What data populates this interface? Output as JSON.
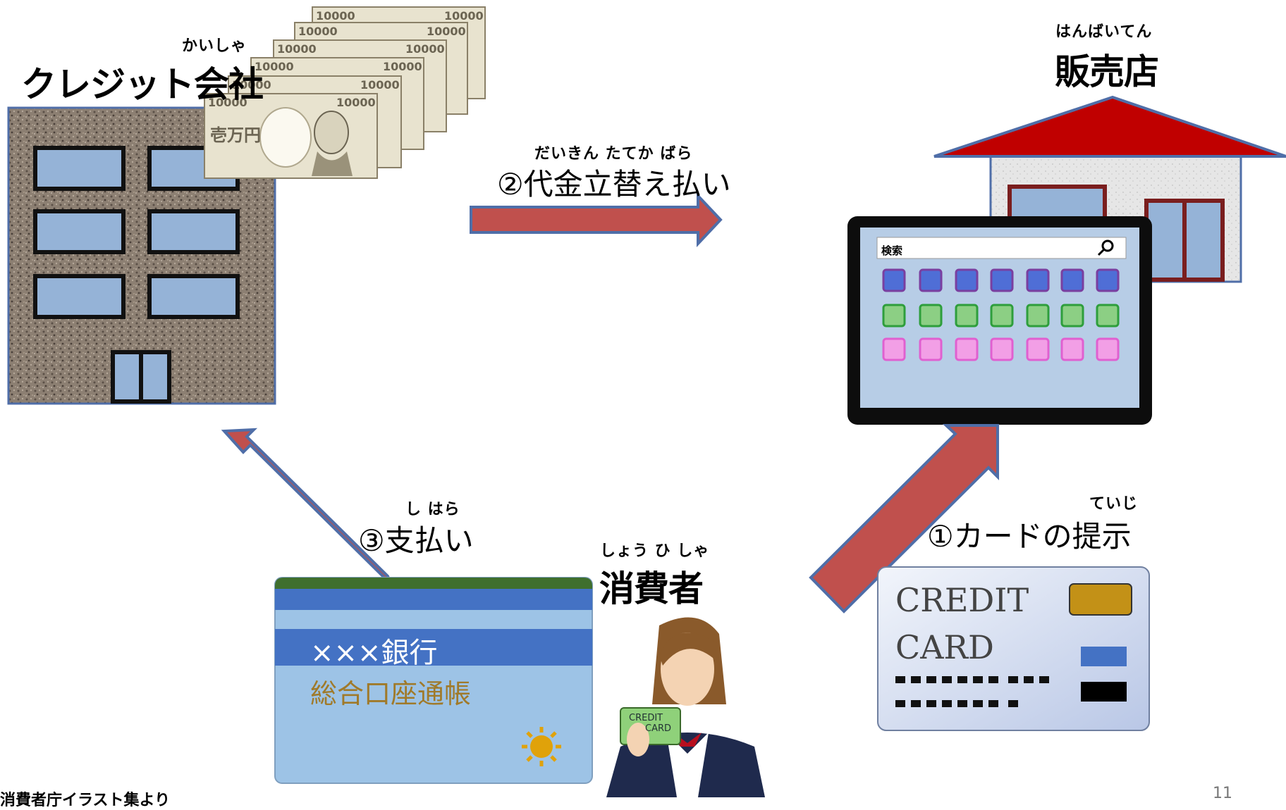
{
  "company": {
    "ruby": "かいしゃ",
    "name": "クレジット会社"
  },
  "shop": {
    "ruby": "はんばいてん",
    "name": "販売店"
  },
  "consumer": {
    "ruby": "しょう ひ しゃ",
    "name": "消費者"
  },
  "step2": {
    "ruby": "だいきん たてか      ばら",
    "label": "②代金立替え払い"
  },
  "step3": {
    "ruby": "し  はら",
    "label": "③支払い"
  },
  "step1": {
    "ruby": "ていじ",
    "label": "①カードの提示"
  },
  "banknote": {
    "denomination": "10000",
    "kanji": "壱万円"
  },
  "tablet": {
    "search_text": "検索",
    "icon": "search-icon"
  },
  "credit_card": {
    "line1": "CREDIT",
    "line2": "CARD"
  },
  "small_card": {
    "line1": "CREDIT",
    "line2": "CARD"
  },
  "passbook": {
    "bank": "×××銀行",
    "title": "総合口座通帳"
  },
  "footer": {
    "credit": "消費者庁イラスト集より",
    "page_number": "11"
  },
  "colors": {
    "arrow_fill": "#c0504d",
    "arrow_stroke": "#4f6ea8",
    "window": "#95b3d7",
    "roof": "#c00000"
  }
}
